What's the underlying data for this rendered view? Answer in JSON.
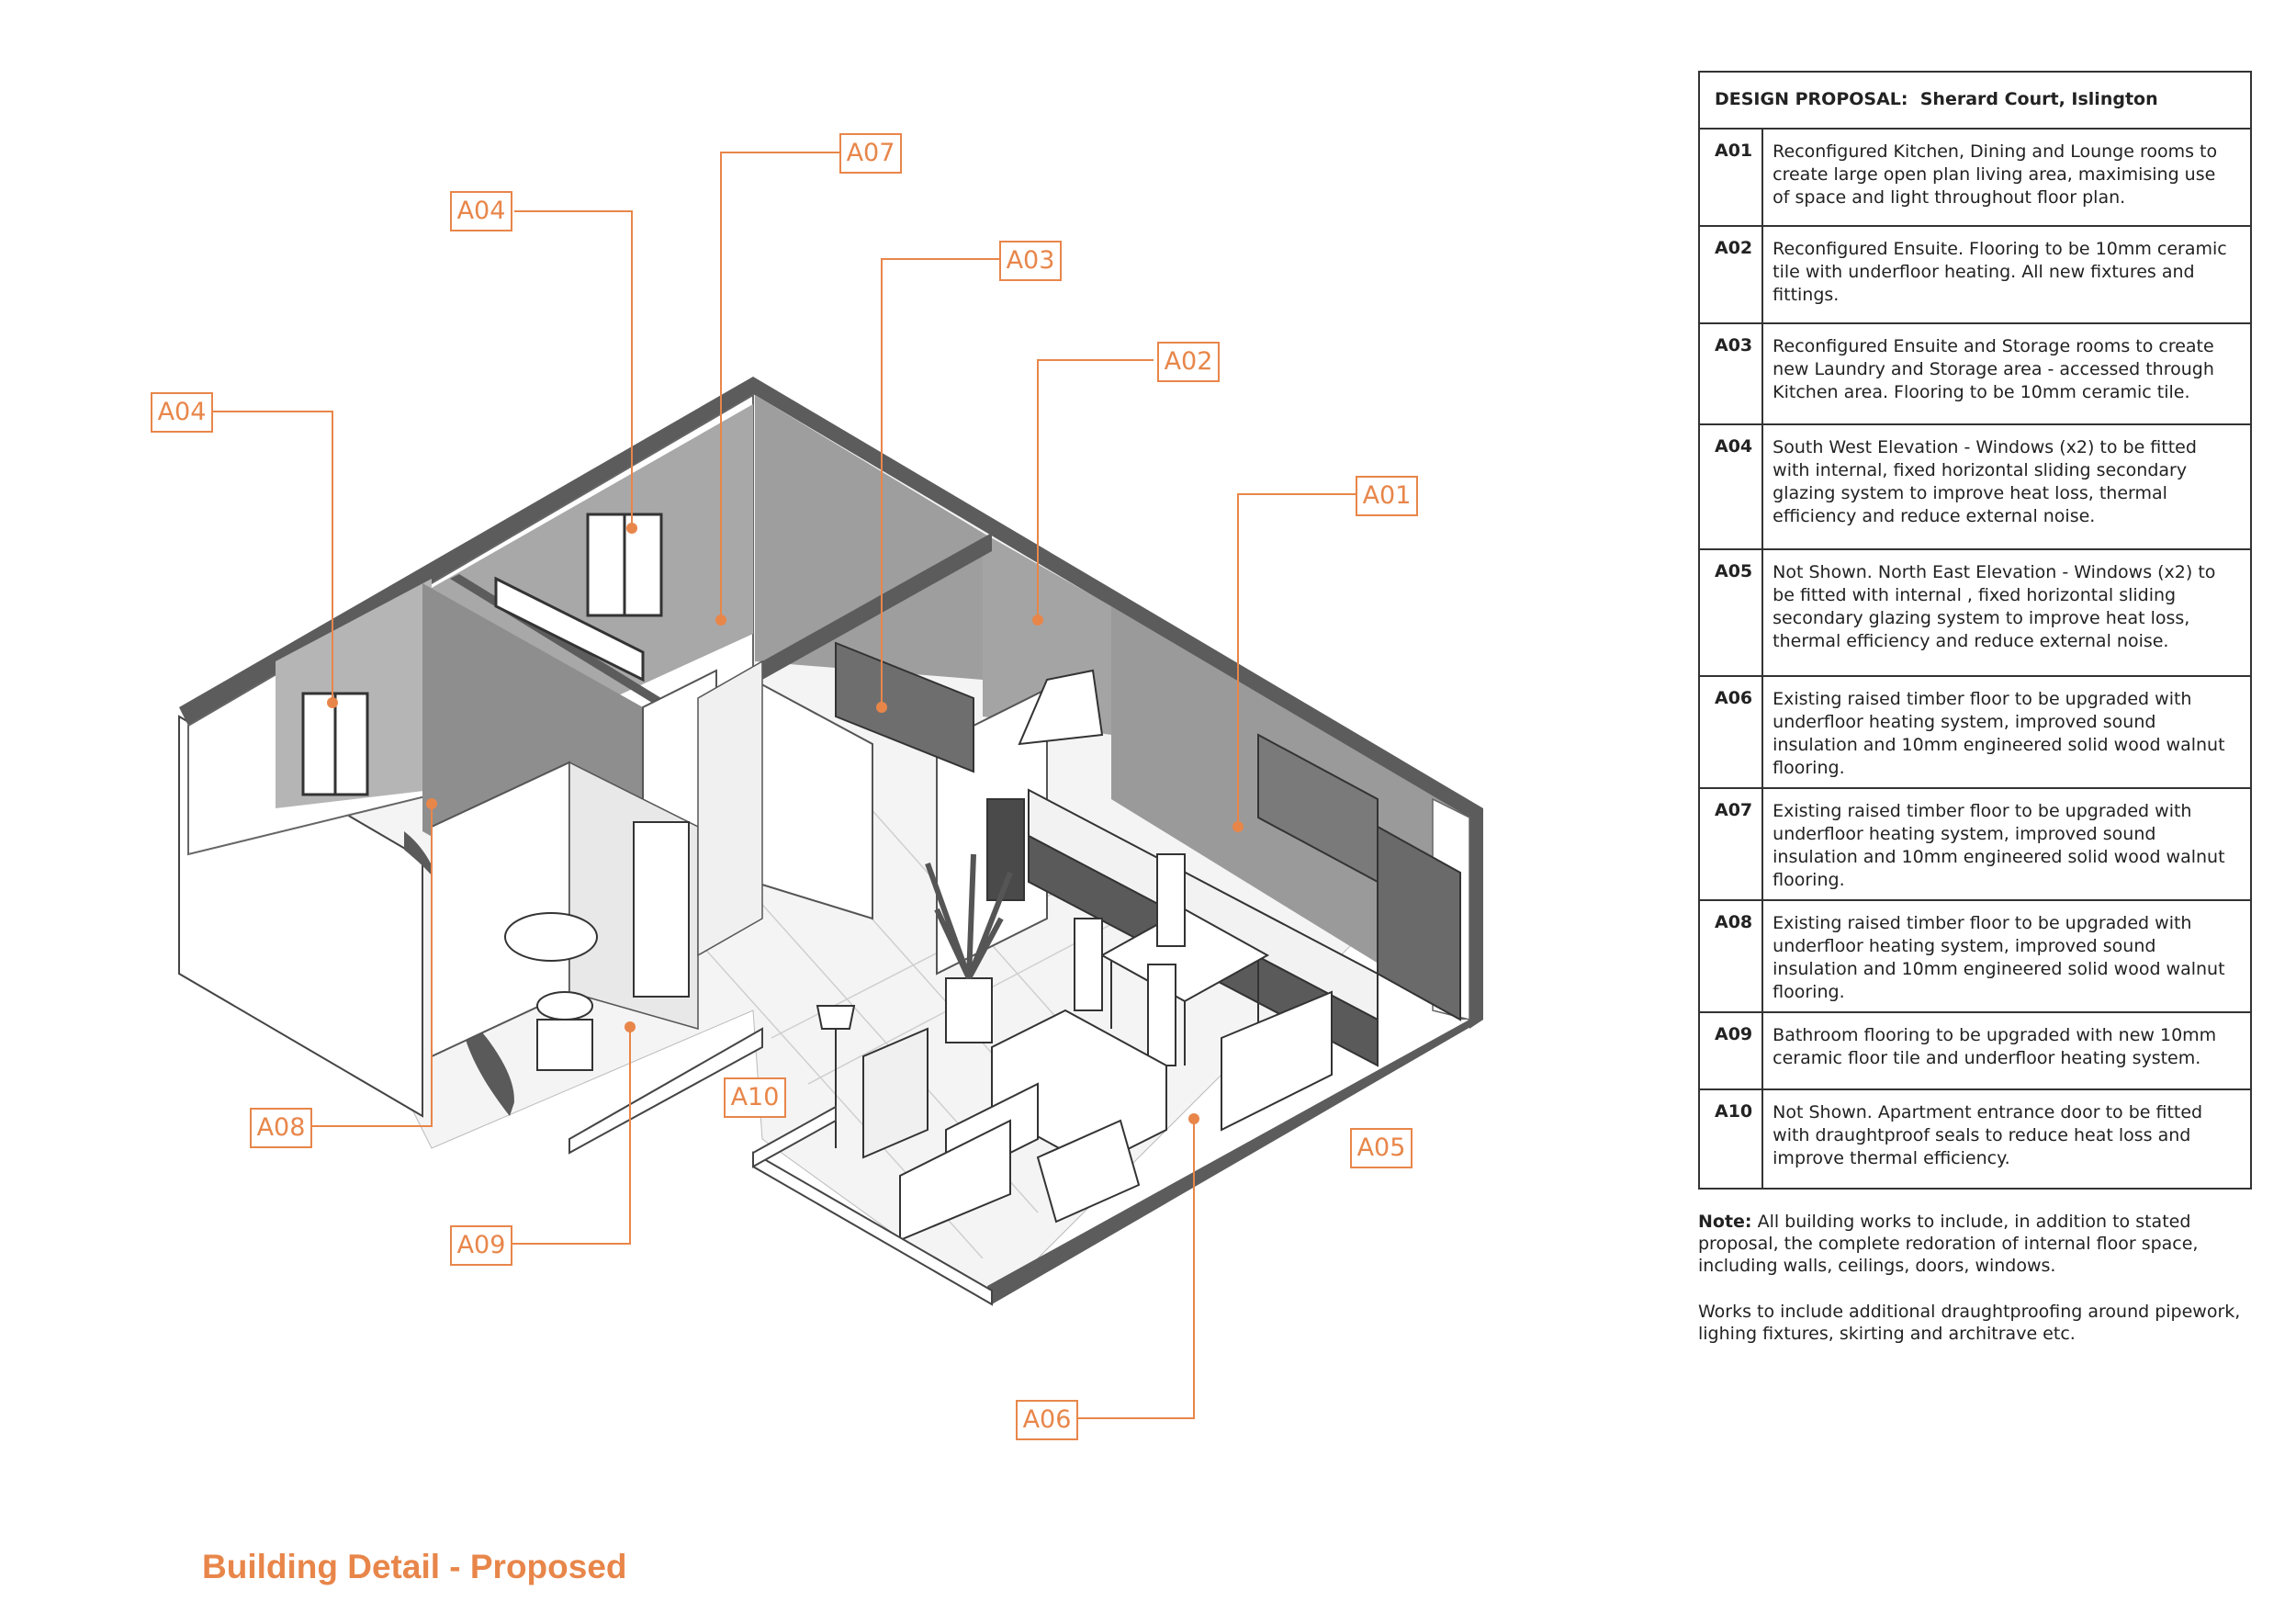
{
  "title": "Building Detail - Proposed",
  "accent_color": "#e8864a",
  "callouts": [
    {
      "id": "A07",
      "label": "A07"
    },
    {
      "id": "A04a",
      "label": "A04"
    },
    {
      "id": "A03",
      "label": "A03"
    },
    {
      "id": "A02",
      "label": "A02"
    },
    {
      "id": "A04b",
      "label": "A04"
    },
    {
      "id": "A01",
      "label": "A01"
    },
    {
      "id": "A10",
      "label": "A10"
    },
    {
      "id": "A05",
      "label": "A05"
    },
    {
      "id": "A08",
      "label": "A08"
    },
    {
      "id": "A09",
      "label": "A09"
    },
    {
      "id": "A06",
      "label": "A06"
    }
  ],
  "proposal": {
    "header_prefix": "DESIGN PROPOSAL:",
    "header_project": "Sherard Court,  Islington",
    "rows": [
      {
        "code": "A01",
        "text": "Reconfigured Kitchen, Dining and Lounge rooms to create large open plan living area, maximising use of space and light throughout floor plan."
      },
      {
        "code": "A02",
        "text": "Reconfigured Ensuite. Flooring to be 10mm ceramic tile with underfloor heating. All new fixtures and fittings."
      },
      {
        "code": "A03",
        "text": "Reconfigured Ensuite and Storage rooms to create new Laundry and Storage area - accessed through Kitchen area. Flooring to be 10mm ceramic tile."
      },
      {
        "code": "A04",
        "text": "South West Elevation - Windows (x2) to be fitted with internal, fixed horizontal sliding secondary glazing system to improve heat loss, thermal efficiency and reduce external noise."
      },
      {
        "code": "A05",
        "text": "Not Shown. North East Elevation - Windows (x2) to be fitted with internal , fixed horizontal sliding secondary glazing system to improve heat loss, thermal efficiency and reduce external noise."
      },
      {
        "code": "A06",
        "text": "Existing raised timber floor to be upgraded with underfloor heating system, improved sound insulation and 10mm engineered solid wood walnut flooring."
      },
      {
        "code": "A07",
        "text": "Existing raised timber floor to be upgraded with underfloor heating system, improved sound insulation and 10mm engineered solid wood walnut flooring."
      },
      {
        "code": "A08",
        "text": "Existing raised timber floor to be upgraded with underfloor heating system, improved sound insulation and 10mm engineered solid wood walnut flooring."
      },
      {
        "code": "A09",
        "text": "Bathroom flooring to be upgraded with new 10mm ceramic floor tile and underfloor heating system."
      },
      {
        "code": "A10",
        "text": "Not Shown. Apartment entrance door to be fitted with draughtproof seals to reduce heat loss and improve thermal efficiency."
      }
    ]
  },
  "notes": {
    "label": "Note:",
    "text1": " All building works to include, in addition to stated proposal, the complete redoration of internal floor space, including walls, ceilings, doors, windows.",
    "text2": "Works to include additional draughtproofing around pipework, lighing fixtures, skirting and architrave etc."
  }
}
